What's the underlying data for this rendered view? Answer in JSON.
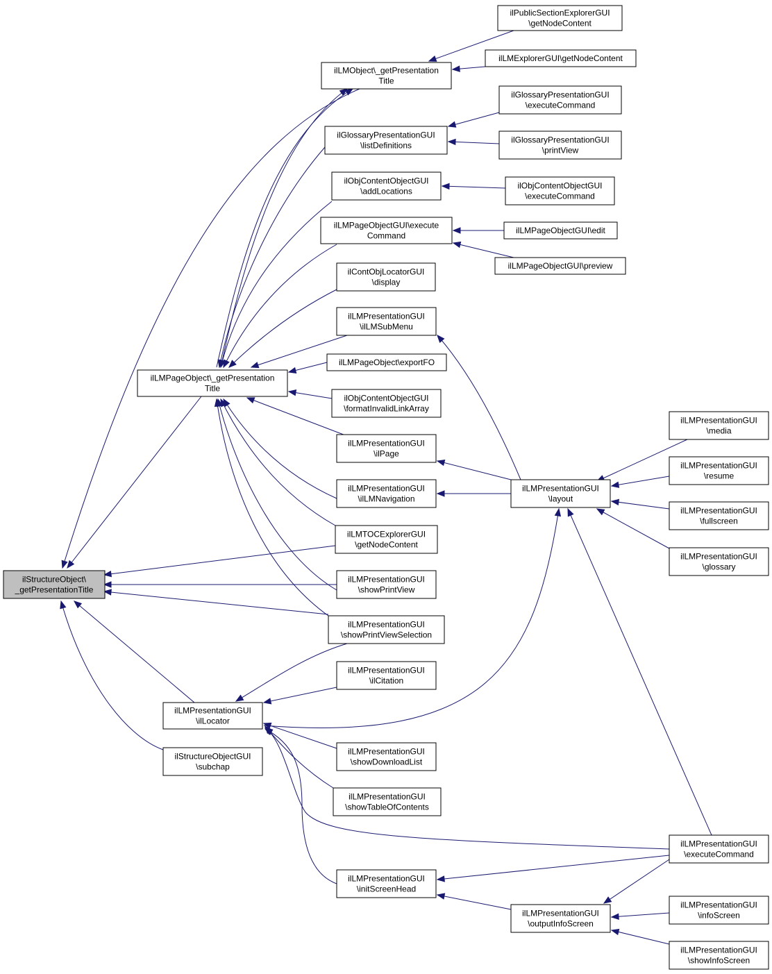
{
  "graph": {
    "edge_color": "#191970",
    "root_fill": "#bfbfbf",
    "nodes": [
      {
        "id": "root",
        "lines": [
          "ilStructureObject\\",
          "_getPresentationTitle"
        ]
      },
      {
        "id": "lmobj",
        "lines": [
          "ilLMObject\\_getPresentation",
          "Title"
        ]
      },
      {
        "id": "pubexp",
        "lines": [
          "ilPublicSectionExplorerGUI",
          "\\getNodeContent"
        ]
      },
      {
        "id": "lmexp",
        "lines": [
          "ilLMExplorerGUI\\getNodeContent"
        ]
      },
      {
        "id": "glossList",
        "lines": [
          "ilGlossaryPresentationGUI",
          "\\listDefinitions"
        ]
      },
      {
        "id": "glossExec",
        "lines": [
          "ilGlossaryPresentationGUI",
          "\\executeCommand"
        ]
      },
      {
        "id": "glossPrint",
        "lines": [
          "ilGlossaryPresentationGUI",
          "\\printView"
        ]
      },
      {
        "id": "objAddLoc",
        "lines": [
          "ilObjContentObjectGUI",
          "\\addLocations"
        ]
      },
      {
        "id": "objExec",
        "lines": [
          "ilObjContentObjectGUI",
          "\\executeCommand"
        ]
      },
      {
        "id": "lmpgExec",
        "lines": [
          "ilLMPageObjectGUI\\execute",
          "Command"
        ]
      },
      {
        "id": "lmpgEdit",
        "lines": [
          "ilLMPageObjectGUI\\edit"
        ]
      },
      {
        "id": "lmpgPrev",
        "lines": [
          "ilLMPageObjectGUI\\preview"
        ]
      },
      {
        "id": "contLoc",
        "lines": [
          "ilContObjLocatorGUI",
          "\\display"
        ]
      },
      {
        "id": "subMenu",
        "lines": [
          "ilLMPresentationGUI",
          "\\ilLMSubMenu"
        ]
      },
      {
        "id": "lmpage",
        "lines": [
          "ilLMPageObject\\_getPresentation",
          "Title"
        ]
      },
      {
        "id": "exportFO",
        "lines": [
          "ilLMPageObject\\exportFO"
        ]
      },
      {
        "id": "fmtLinks",
        "lines": [
          "ilObjContentObjectGUI",
          "\\formatInvalidLinkArray"
        ]
      },
      {
        "id": "ilPage",
        "lines": [
          "ilLMPresentationGUI",
          "\\ilPage"
        ]
      },
      {
        "id": "layout",
        "lines": [
          "ilLMPresentationGUI",
          "\\layout"
        ]
      },
      {
        "id": "media",
        "lines": [
          "ilLMPresentationGUI",
          "\\media"
        ]
      },
      {
        "id": "resume",
        "lines": [
          "ilLMPresentationGUI",
          "\\resume"
        ]
      },
      {
        "id": "fullscreen",
        "lines": [
          "ilLMPresentationGUI",
          "\\fullscreen"
        ]
      },
      {
        "id": "glossary",
        "lines": [
          "ilLMPresentationGUI",
          "\\glossary"
        ]
      },
      {
        "id": "lmNav",
        "lines": [
          "ilLMPresentationGUI",
          "\\ilLMNavigation"
        ]
      },
      {
        "id": "tocExp",
        "lines": [
          "ilLMTOCExplorerGUI",
          "\\getNodeContent"
        ]
      },
      {
        "id": "showPrint",
        "lines": [
          "ilLMPresentationGUI",
          "\\showPrintView"
        ]
      },
      {
        "id": "showPrintSel",
        "lines": [
          "ilLMPresentationGUI",
          "\\showPrintViewSelection"
        ]
      },
      {
        "id": "citation",
        "lines": [
          "ilLMPresentationGUI",
          "\\ilCitation"
        ]
      },
      {
        "id": "locator",
        "lines": [
          "ilLMPresentationGUI",
          "\\ilLocator"
        ]
      },
      {
        "id": "subchap",
        "lines": [
          "ilStructureObjectGUI",
          "\\subchap"
        ]
      },
      {
        "id": "download",
        "lines": [
          "ilLMPresentationGUI",
          "\\showDownloadList"
        ]
      },
      {
        "id": "toc",
        "lines": [
          "ilLMPresentationGUI",
          "\\showTableOfContents"
        ]
      },
      {
        "id": "exec",
        "lines": [
          "ilLMPresentationGUI",
          "\\executeCommand"
        ]
      },
      {
        "id": "screenHead",
        "lines": [
          "ilLMPresentationGUI",
          "\\initScreenHead"
        ]
      },
      {
        "id": "outputInfo",
        "lines": [
          "ilLMPresentationGUI",
          "\\outputInfoScreen"
        ]
      },
      {
        "id": "infoScreen",
        "lines": [
          "ilLMPresentationGUI",
          "\\infoScreen"
        ]
      },
      {
        "id": "showInfo",
        "lines": [
          "ilLMPresentationGUI",
          "\\showInfoScreen"
        ]
      }
    ]
  }
}
